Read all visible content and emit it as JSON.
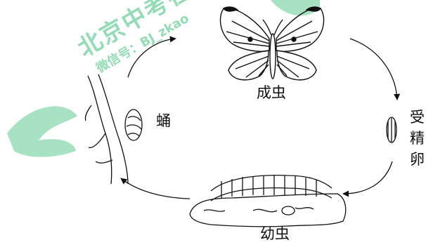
{
  "labels": {
    "adult": "成虫",
    "egg": "受精卵",
    "larva": "幼虫",
    "pupa": "蛹"
  },
  "watermark": {
    "main": "北京中考在线",
    "sub": "微信号：BJ_zkao"
  },
  "colors": {
    "ink": "#111111",
    "watermark": "#3cc07a"
  }
}
